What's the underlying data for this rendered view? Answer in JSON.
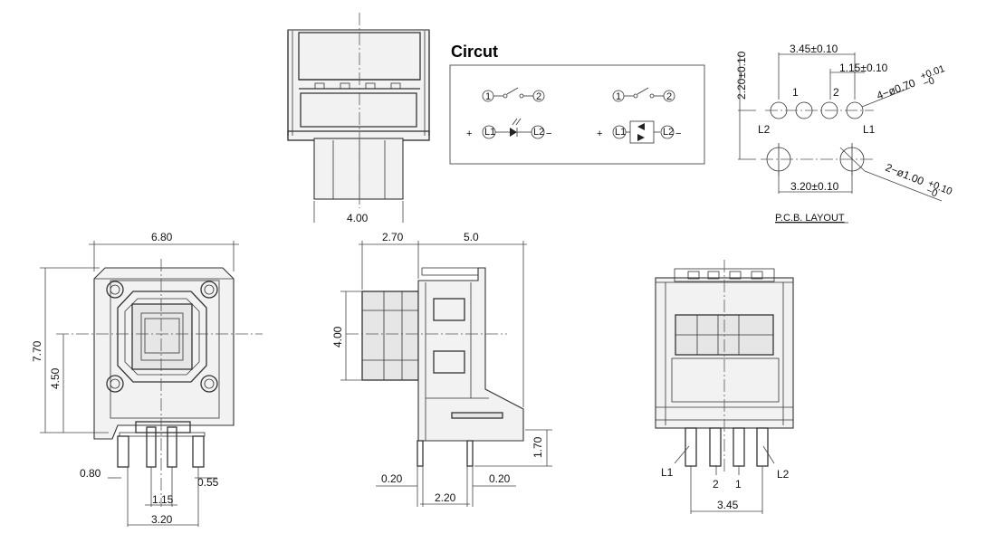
{
  "title": "Circut",
  "pcb_layout_label": "P.C.B. LAYOUT",
  "dimensions": {
    "top_view_width": "4.00",
    "front_width": "6.80",
    "front_height": "7.70",
    "front_center_height": "4.50",
    "front_pin_offset": "0.80",
    "front_pin_pitch": "1.15",
    "front_pin_width": "0.55",
    "front_pin_span": "3.20",
    "side_front_depth": "2.70",
    "side_body_depth": "5.0",
    "side_window_height": "4.00",
    "side_pin_length": "1.70",
    "side_pin_width_left": "0.20",
    "side_pin_width_right": "0.20",
    "side_pin_spacing": "2.20",
    "back_pin_span": "3.45",
    "pcb_outer_pitch": "3.45±0.10",
    "pcb_inner_pitch": "1.15±0.10",
    "pcb_row_spacing": "2.20±0.10",
    "pcb_hole_small": "4−ø0.70",
    "pcb_hole_small_tol_upper": "+0.01",
    "pcb_hole_small_tol_lower": "−0",
    "pcb_hole_large_pitch": "3.20±0.10",
    "pcb_hole_large": "2−ø1.00",
    "pcb_hole_large_tol_upper": "+0.10",
    "pcb_hole_large_tol_lower": "−0"
  },
  "pin_labels": {
    "pcb_l2": "L2",
    "pcb_1": "1",
    "pcb_2": "2",
    "pcb_l1": "L1",
    "back_l1": "L1",
    "back_2": "2",
    "back_1": "1",
    "back_l2": "L2"
  },
  "circuit": {
    "pin1": "1",
    "pin2": "2",
    "led_l1": "L1",
    "led_l2": "L2",
    "plus": "+",
    "minus": "−"
  }
}
